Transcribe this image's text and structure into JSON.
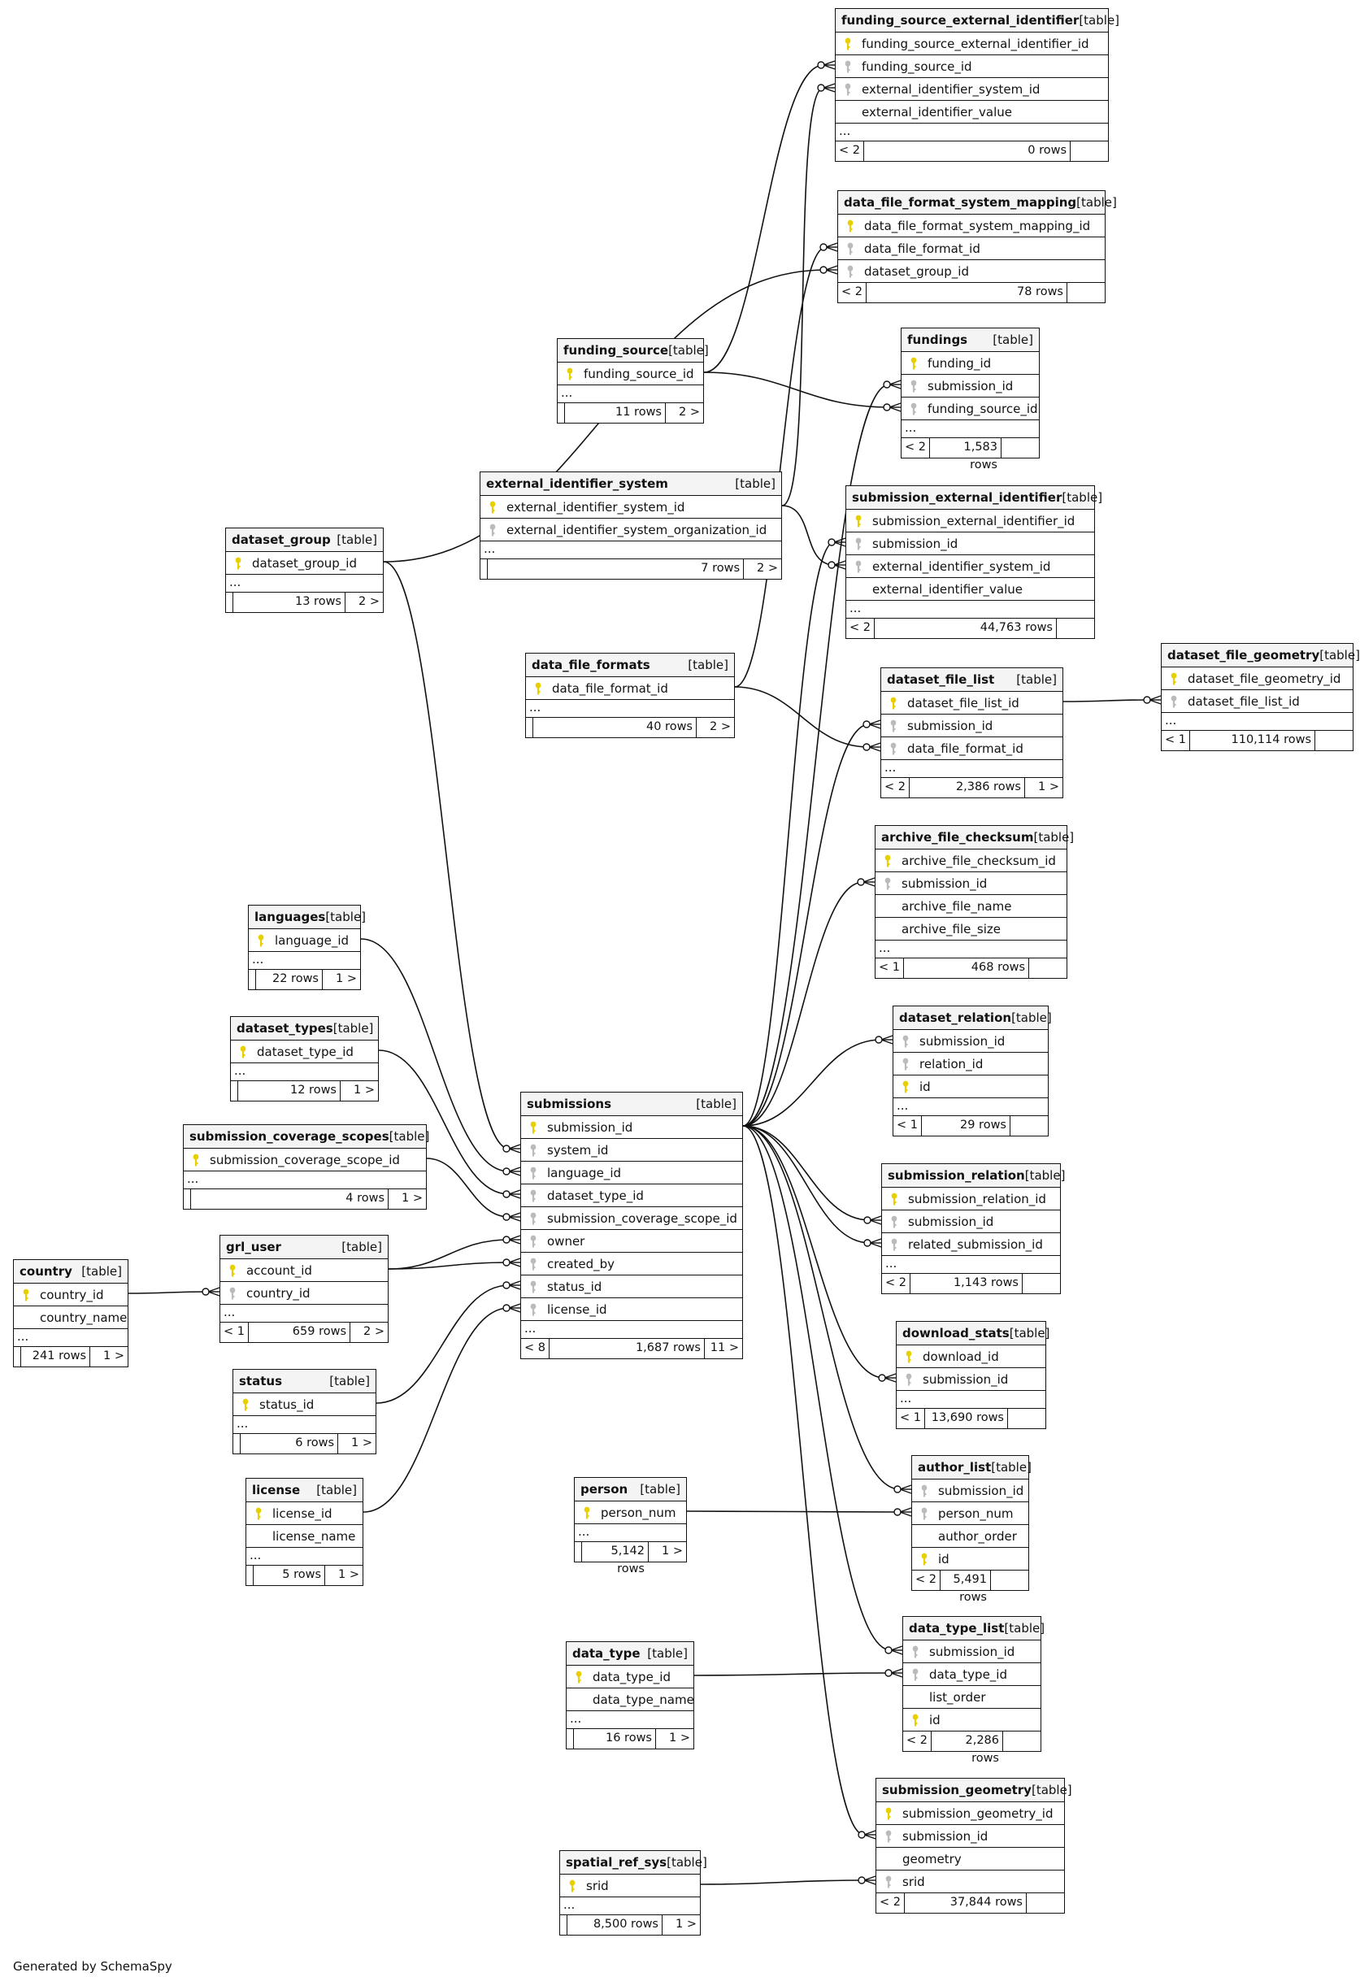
{
  "footer_text": "Generated by SchemaSpy",
  "table_type_label": "[table]",
  "icons": {
    "primary_key": "key-icon",
    "foreign_key": "foreign-key-icon"
  },
  "colors": {
    "primary_key_icon": "#e8d000",
    "foreign_key_icon": "#bbbbbb",
    "line": "#111111",
    "header_bg": "#f4f4f4"
  },
  "tables": [
    {
      "name": "funding_source_external_identifier",
      "columns": [
        {
          "name": "funding_source_external_identifier_id",
          "key": "pk"
        },
        {
          "name": "funding_source_id",
          "key": "fk"
        },
        {
          "name": "external_identifier_system_id",
          "key": "fk"
        },
        {
          "name": "external_identifier_value",
          "key": ""
        }
      ],
      "more": "...",
      "parents": "< 2",
      "rows": "0 rows",
      "children": ""
    },
    {
      "name": "data_file_format_system_mapping",
      "columns": [
        {
          "name": "data_file_format_system_mapping_id",
          "key": "pk"
        },
        {
          "name": "data_file_format_id",
          "key": "fk"
        },
        {
          "name": "dataset_group_id",
          "key": "fk"
        }
      ],
      "more": "",
      "parents": "< 2",
      "rows": "78 rows",
      "children": ""
    },
    {
      "name": "funding_source",
      "columns": [
        {
          "name": "funding_source_id",
          "key": "pk"
        }
      ],
      "more": "...",
      "parents": "",
      "rows": "11 rows",
      "children": "2 >"
    },
    {
      "name": "fundings",
      "columns": [
        {
          "name": "funding_id",
          "key": "pk"
        },
        {
          "name": "submission_id",
          "key": "fk"
        },
        {
          "name": "funding_source_id",
          "key": "fk"
        }
      ],
      "more": "...",
      "parents": "< 2",
      "rows": "1,583 rows",
      "children": ""
    },
    {
      "name": "external_identifier_system",
      "columns": [
        {
          "name": "external_identifier_system_id",
          "key": "pk"
        },
        {
          "name": "external_identifier_system_organization_id",
          "key": "fk"
        }
      ],
      "more": "...",
      "parents": "",
      "rows": "7 rows",
      "children": "2 >"
    },
    {
      "name": "submission_external_identifier",
      "columns": [
        {
          "name": "submission_external_identifier_id",
          "key": "pk"
        },
        {
          "name": "submission_id",
          "key": "fk"
        },
        {
          "name": "external_identifier_system_id",
          "key": "fk"
        },
        {
          "name": "external_identifier_value",
          "key": ""
        }
      ],
      "more": "...",
      "parents": "< 2",
      "rows": "44,763 rows",
      "children": ""
    },
    {
      "name": "dataset_group",
      "columns": [
        {
          "name": "dataset_group_id",
          "key": "pk"
        }
      ],
      "more": "...",
      "parents": "",
      "rows": "13 rows",
      "children": "2 >"
    },
    {
      "name": "data_file_formats",
      "columns": [
        {
          "name": "data_file_format_id",
          "key": "pk"
        }
      ],
      "more": "...",
      "parents": "",
      "rows": "40 rows",
      "children": "2 >"
    },
    {
      "name": "dataset_file_list",
      "columns": [
        {
          "name": "dataset_file_list_id",
          "key": "pk"
        },
        {
          "name": "submission_id",
          "key": "fk"
        },
        {
          "name": "data_file_format_id",
          "key": "fk"
        }
      ],
      "more": "...",
      "parents": "< 2",
      "rows": "2,386 rows",
      "children": "1 >"
    },
    {
      "name": "dataset_file_geometry",
      "columns": [
        {
          "name": "dataset_file_geometry_id",
          "key": "pk"
        },
        {
          "name": "dataset_file_list_id",
          "key": "fk"
        }
      ],
      "more": "...",
      "parents": "< 1",
      "rows": "110,114 rows",
      "children": ""
    },
    {
      "name": "archive_file_checksum",
      "columns": [
        {
          "name": "archive_file_checksum_id",
          "key": "pk"
        },
        {
          "name": "submission_id",
          "key": "fk"
        },
        {
          "name": "archive_file_name",
          "key": ""
        },
        {
          "name": "archive_file_size",
          "key": ""
        }
      ],
      "more": "...",
      "parents": "< 1",
      "rows": "468 rows",
      "children": ""
    },
    {
      "name": "languages",
      "columns": [
        {
          "name": "language_id",
          "key": "pk"
        }
      ],
      "more": "...",
      "parents": "",
      "rows": "22 rows",
      "children": "1 >"
    },
    {
      "name": "dataset_relation",
      "columns": [
        {
          "name": "submission_id",
          "key": "fk"
        },
        {
          "name": "relation_id",
          "key": "fk"
        },
        {
          "name": "id",
          "key": "pk"
        }
      ],
      "more": "...",
      "parents": "< 1",
      "rows": "29 rows",
      "children": ""
    },
    {
      "name": "dataset_types",
      "columns": [
        {
          "name": "dataset_type_id",
          "key": "pk"
        }
      ],
      "more": "...",
      "parents": "",
      "rows": "12 rows",
      "children": "1 >"
    },
    {
      "name": "submissions",
      "columns": [
        {
          "name": "submission_id",
          "key": "pk"
        },
        {
          "name": "system_id",
          "key": "fk"
        },
        {
          "name": "language_id",
          "key": "fk"
        },
        {
          "name": "dataset_type_id",
          "key": "fk"
        },
        {
          "name": "submission_coverage_scope_id",
          "key": "fk"
        },
        {
          "name": "owner",
          "key": "fk"
        },
        {
          "name": "created_by",
          "key": "fk"
        },
        {
          "name": "status_id",
          "key": "fk"
        },
        {
          "name": "license_id",
          "key": "fk"
        }
      ],
      "more": "...",
      "parents": "< 8",
      "rows": "1,687 rows",
      "children": "11 >"
    },
    {
      "name": "submission_coverage_scopes",
      "columns": [
        {
          "name": "submission_coverage_scope_id",
          "key": "pk"
        }
      ],
      "more": "...",
      "parents": "",
      "rows": "4 rows",
      "children": "1 >"
    },
    {
      "name": "submission_relation",
      "columns": [
        {
          "name": "submission_relation_id",
          "key": "pk"
        },
        {
          "name": "submission_id",
          "key": "fk"
        },
        {
          "name": "related_submission_id",
          "key": "fk"
        }
      ],
      "more": "...",
      "parents": "< 2",
      "rows": "1,143 rows",
      "children": ""
    },
    {
      "name": "country",
      "columns": [
        {
          "name": "country_id",
          "key": "pk"
        },
        {
          "name": "country_name",
          "key": ""
        }
      ],
      "more": "...",
      "parents": "",
      "rows": "241 rows",
      "children": "1 >"
    },
    {
      "name": "grl_user",
      "columns": [
        {
          "name": "account_id",
          "key": "pk"
        },
        {
          "name": "country_id",
          "key": "fk"
        }
      ],
      "more": "...",
      "parents": "< 1",
      "rows": "659 rows",
      "children": "2 >"
    },
    {
      "name": "status",
      "columns": [
        {
          "name": "status_id",
          "key": "pk"
        }
      ],
      "more": "...",
      "parents": "",
      "rows": "6 rows",
      "children": "1 >"
    },
    {
      "name": "download_stats",
      "columns": [
        {
          "name": "download_id",
          "key": "pk"
        },
        {
          "name": "submission_id",
          "key": "fk"
        }
      ],
      "more": "...",
      "parents": "< 1",
      "rows": "13,690 rows",
      "children": ""
    },
    {
      "name": "license",
      "columns": [
        {
          "name": "license_id",
          "key": "pk"
        },
        {
          "name": "license_name",
          "key": ""
        }
      ],
      "more": "...",
      "parents": "",
      "rows": "5 rows",
      "children": "1 >"
    },
    {
      "name": "person",
      "columns": [
        {
          "name": "person_num",
          "key": "pk"
        }
      ],
      "more": "...",
      "parents": "",
      "rows": "5,142 rows",
      "children": "1 >"
    },
    {
      "name": "author_list",
      "columns": [
        {
          "name": "submission_id",
          "key": "fk"
        },
        {
          "name": "person_num",
          "key": "fk"
        },
        {
          "name": "author_order",
          "key": ""
        },
        {
          "name": "id",
          "key": "pk"
        }
      ],
      "more": "",
      "parents": "< 2",
      "rows": "5,491 rows",
      "children": ""
    },
    {
      "name": "data_type",
      "columns": [
        {
          "name": "data_type_id",
          "key": "pk"
        },
        {
          "name": "data_type_name",
          "key": ""
        }
      ],
      "more": "...",
      "parents": "",
      "rows": "16 rows",
      "children": "1 >"
    },
    {
      "name": "data_type_list",
      "columns": [
        {
          "name": "submission_id",
          "key": "fk"
        },
        {
          "name": "data_type_id",
          "key": "fk"
        },
        {
          "name": "list_order",
          "key": ""
        },
        {
          "name": "id",
          "key": "pk"
        }
      ],
      "more": "",
      "parents": "< 2",
      "rows": "2,286 rows",
      "children": ""
    },
    {
      "name": "submission_geometry",
      "columns": [
        {
          "name": "submission_geometry_id",
          "key": "pk"
        },
        {
          "name": "submission_id",
          "key": "fk"
        },
        {
          "name": "geometry",
          "key": ""
        },
        {
          "name": "srid",
          "key": "fk"
        }
      ],
      "more": "",
      "parents": "< 2",
      "rows": "37,844 rows",
      "children": ""
    },
    {
      "name": "spatial_ref_sys",
      "columns": [
        {
          "name": "srid",
          "key": "pk"
        }
      ],
      "more": "...",
      "parents": "",
      "rows": "8,500 rows",
      "children": "1 >"
    }
  ],
  "relationships": [
    {
      "from": "funding_source.funding_source_id",
      "to": "funding_source_external_identifier.funding_source_id"
    },
    {
      "from": "external_identifier_system.external_identifier_system_id",
      "to": "funding_source_external_identifier.external_identifier_system_id"
    },
    {
      "from": "data_file_formats.data_file_format_id",
      "to": "data_file_format_system_mapping.data_file_format_id"
    },
    {
      "from": "dataset_group.dataset_group_id",
      "to": "data_file_format_system_mapping.dataset_group_id"
    },
    {
      "from": "funding_source.funding_source_id",
      "to": "fundings.funding_source_id"
    },
    {
      "from": "submissions.submission_id",
      "to": "fundings.submission_id"
    },
    {
      "from": "external_identifier_system.external_identifier_system_id",
      "to": "submission_external_identifier.external_identifier_system_id"
    },
    {
      "from": "submissions.submission_id",
      "to": "submission_external_identifier.submission_id"
    },
    {
      "from": "submissions.submission_id",
      "to": "dataset_file_list.submission_id"
    },
    {
      "from": "data_file_formats.data_file_format_id",
      "to": "dataset_file_list.data_file_format_id"
    },
    {
      "from": "dataset_file_list.dataset_file_list_id",
      "to": "dataset_file_geometry.dataset_file_list_id"
    },
    {
      "from": "submissions.submission_id",
      "to": "archive_file_checksum.submission_id"
    },
    {
      "from": "submissions.submission_id",
      "to": "dataset_relation.submission_id"
    },
    {
      "from": "submissions.submission_id",
      "to": "submission_relation.submission_id"
    },
    {
      "from": "submissions.submission_id",
      "to": "submission_relation.related_submission_id"
    },
    {
      "from": "submissions.submission_id",
      "to": "download_stats.submission_id"
    },
    {
      "from": "submissions.submission_id",
      "to": "author_list.submission_id"
    },
    {
      "from": "person.person_num",
      "to": "author_list.person_num"
    },
    {
      "from": "submissions.submission_id",
      "to": "data_type_list.submission_id"
    },
    {
      "from": "data_type.data_type_id",
      "to": "data_type_list.data_type_id"
    },
    {
      "from": "submissions.submission_id",
      "to": "submission_geometry.submission_id"
    },
    {
      "from": "spatial_ref_sys.srid",
      "to": "submission_geometry.srid"
    },
    {
      "from": "dataset_group.dataset_group_id",
      "to": "submissions.system_id"
    },
    {
      "from": "languages.language_id",
      "to": "submissions.language_id"
    },
    {
      "from": "dataset_types.dataset_type_id",
      "to": "submissions.dataset_type_id"
    },
    {
      "from": "submission_coverage_scopes.submission_coverage_scope_id",
      "to": "submissions.submission_coverage_scope_id"
    },
    {
      "from": "grl_user.account_id",
      "to": "submissions.owner"
    },
    {
      "from": "grl_user.account_id",
      "to": "submissions.created_by"
    },
    {
      "from": "status.status_id",
      "to": "submissions.status_id"
    },
    {
      "from": "license.license_id",
      "to": "submissions.license_id"
    },
    {
      "from": "country.country_id",
      "to": "grl_user.country_id"
    }
  ]
}
